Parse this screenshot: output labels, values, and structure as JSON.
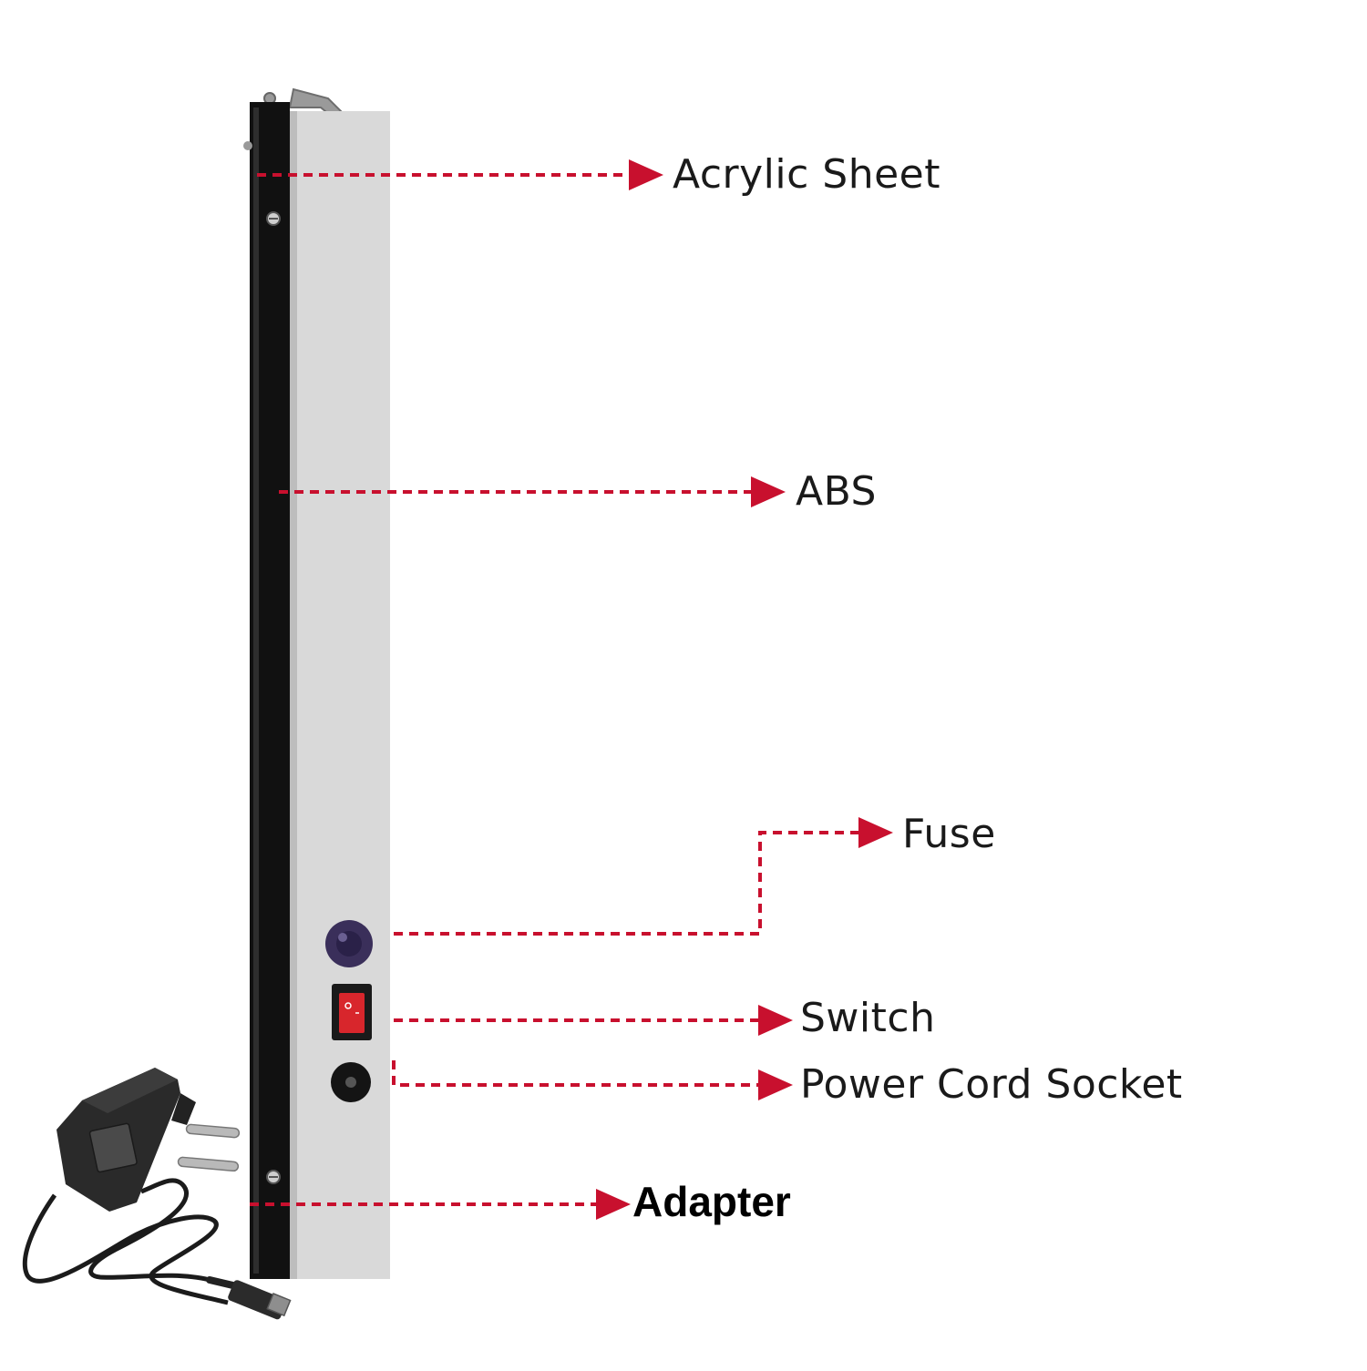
{
  "diagram": {
    "colors": {
      "leader": "#c8102e",
      "frame": "#111111",
      "panel": "#d9d9d9",
      "panel_shade": "#bdbdbd",
      "fuse": "#3a2f5a",
      "switch_body": "#1a1a1a",
      "switch_rocker": "#d8262c",
      "socket": "#141414",
      "adapter": "#2a2a2a"
    },
    "icons": {
      "device": "light-panel-side-view",
      "adapter": "power-adapter-plug",
      "arrowhead": "triangle-arrowhead"
    },
    "labels": [
      {
        "id": "acrylic-sheet",
        "text": "Acrylic Sheet"
      },
      {
        "id": "abs",
        "text": "ABS"
      },
      {
        "id": "fuse",
        "text": "Fuse"
      },
      {
        "id": "switch",
        "text": "Switch"
      },
      {
        "id": "power-cord-socket",
        "text": "Power Cord Socket"
      },
      {
        "id": "adapter",
        "text": "Adapter"
      }
    ]
  }
}
